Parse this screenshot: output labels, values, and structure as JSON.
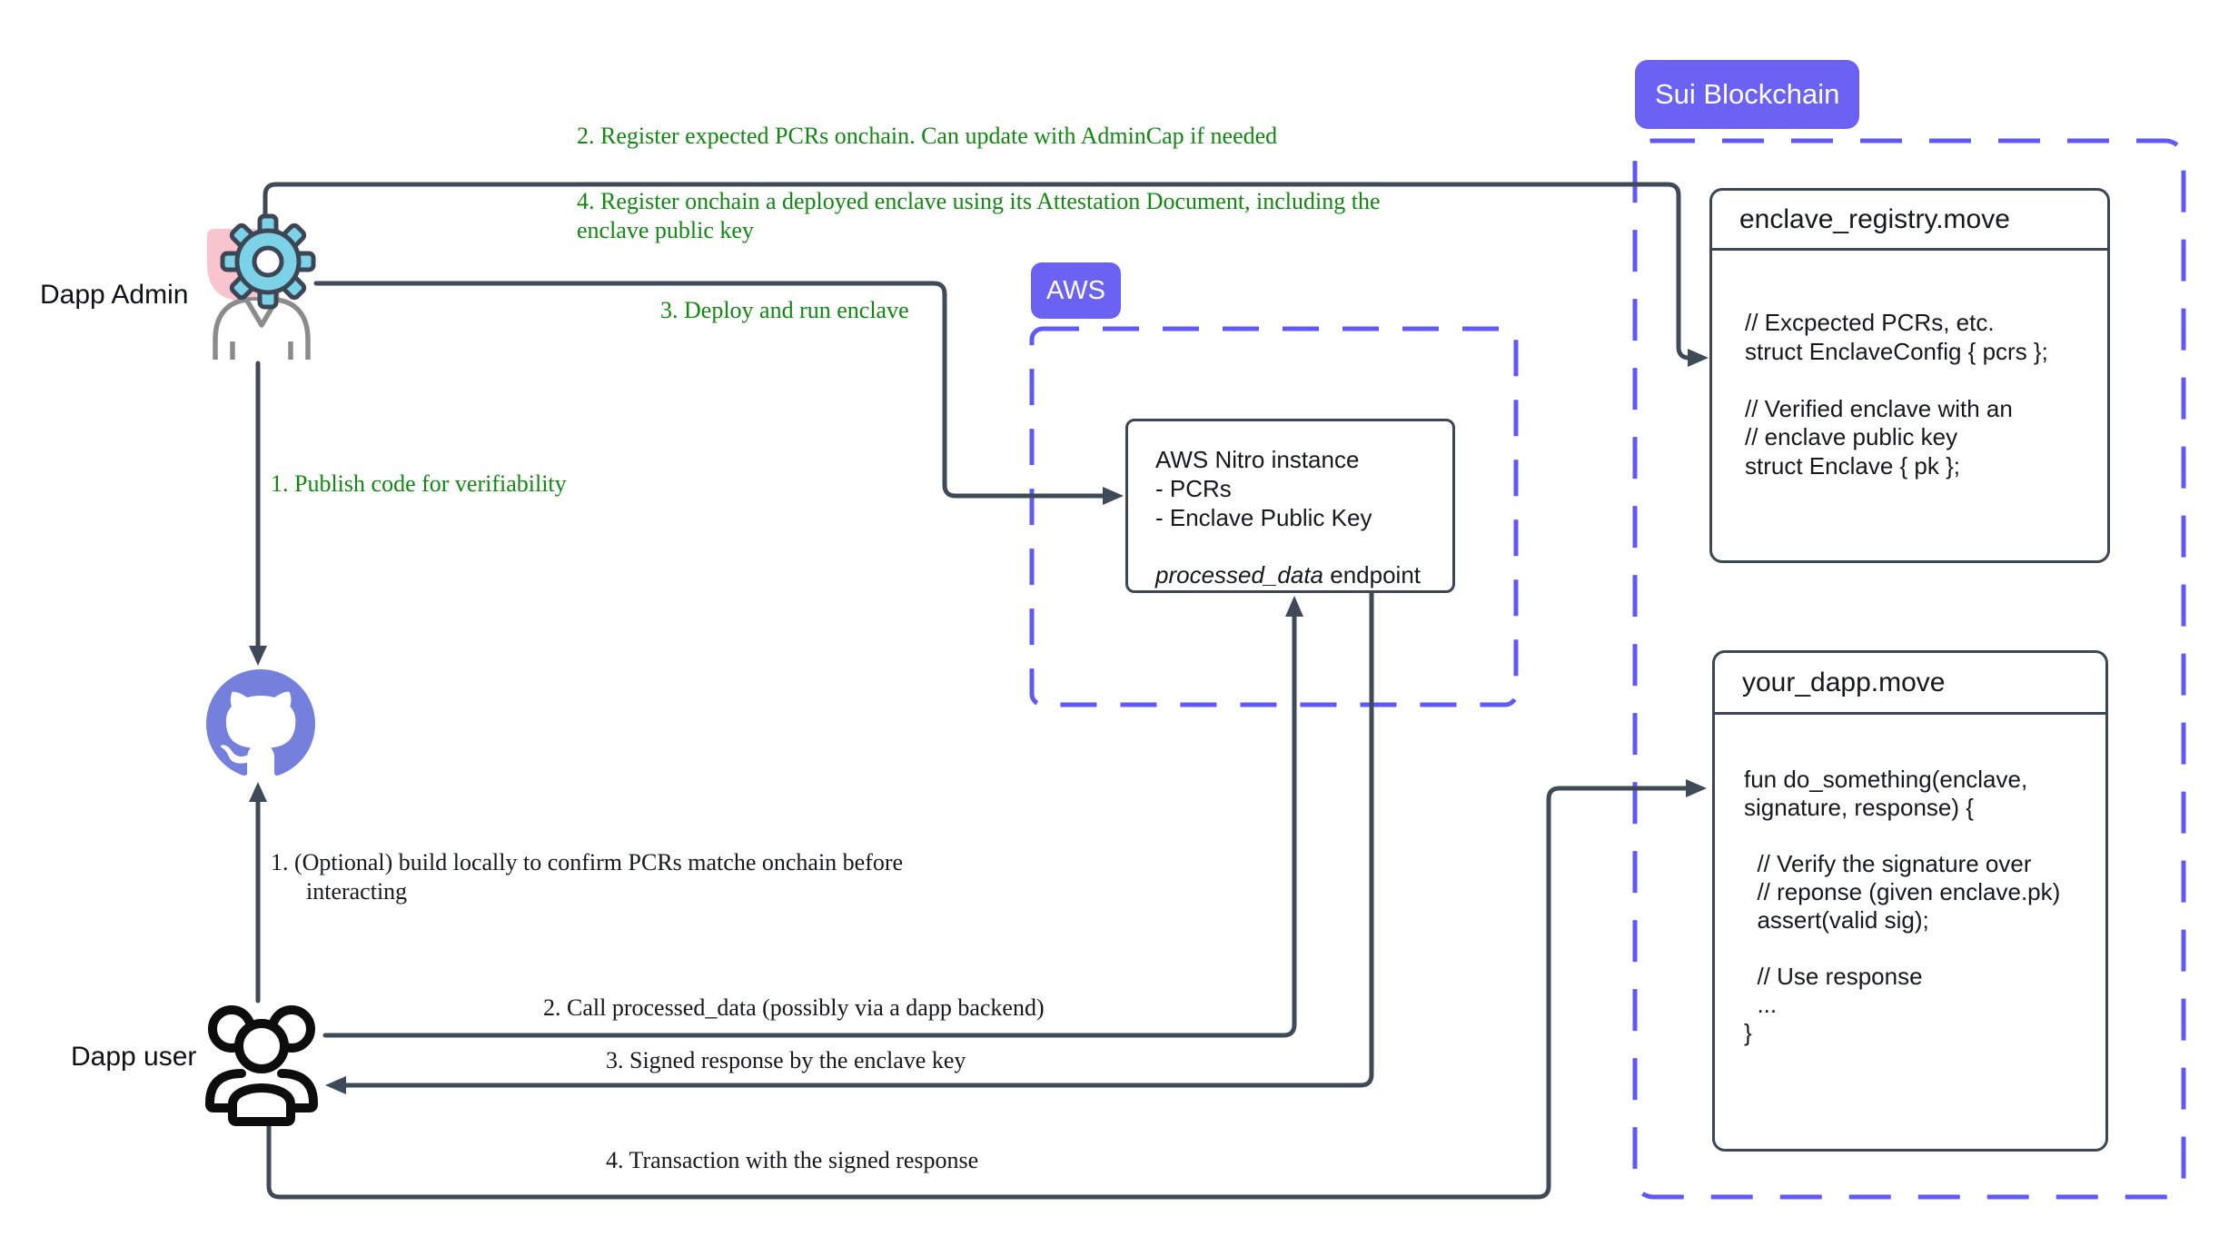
{
  "badges": {
    "sui": "Sui Blockchain",
    "aws": "AWS"
  },
  "actors": {
    "admin_label": "Dapp Admin",
    "user_label": "Dapp user"
  },
  "annotations": {
    "green": {
      "publish": "1. Publish code for verifiability",
      "register_pcrs": "2. Register expected PCRs onchain. Can update with AdminCap if needed",
      "deploy": "3. Deploy and run enclave",
      "register_enclave_lines": [
        "4. Register onchain a deployed enclave using its Attestation Document, including the",
        "enclave public key"
      ]
    },
    "black": {
      "build_lines": [
        "1. (Optional) build locally to confirm PCRs matche onchain before",
        "      interacting"
      ],
      "call": "2. Call processed_data (possibly via a dapp backend)",
      "signed": "3. Signed response by the enclave key",
      "transaction": "4. Transaction with the signed response"
    }
  },
  "boxes": {
    "enclave_registry": {
      "title": "enclave_registry.move",
      "code_lines": [
        "// Excpected PCRs, etc.",
        "struct EnclaveConfig { pcrs };",
        "",
        "// Verified enclave with an",
        "// enclave public key",
        "struct Enclave { pk };"
      ]
    },
    "your_dapp": {
      "title": "your_dapp.move",
      "code_lines": [
        "fun do_something(enclave,",
        "signature, response) {",
        "",
        "  // Verify the signature over",
        "  // reponse (given enclave.pk)",
        "  assert(valid sig);",
        "",
        "  // Use response",
        "  ...",
        "}"
      ]
    },
    "nitro": {
      "lines": [
        "AWS Nitro instance",
        "- PCRs",
        "- Enclave Public Key"
      ],
      "endpoint_emphasis": "processed_data",
      "endpoint_rest": " endpoint"
    }
  },
  "icons": {
    "admin": "gear-icon over person-icon on pink tile",
    "github": "github-octocat-icon",
    "user": "users-group-icon"
  },
  "colors": {
    "accent_purple": "#6B61F2",
    "dashed_border": "#6159F7",
    "connector_line": "#3F4A59",
    "green_text": "#128712",
    "pink_tile": "#F9C3CF",
    "gear_cyan": "#7CD2E7",
    "github_purple": "#7580DC"
  }
}
